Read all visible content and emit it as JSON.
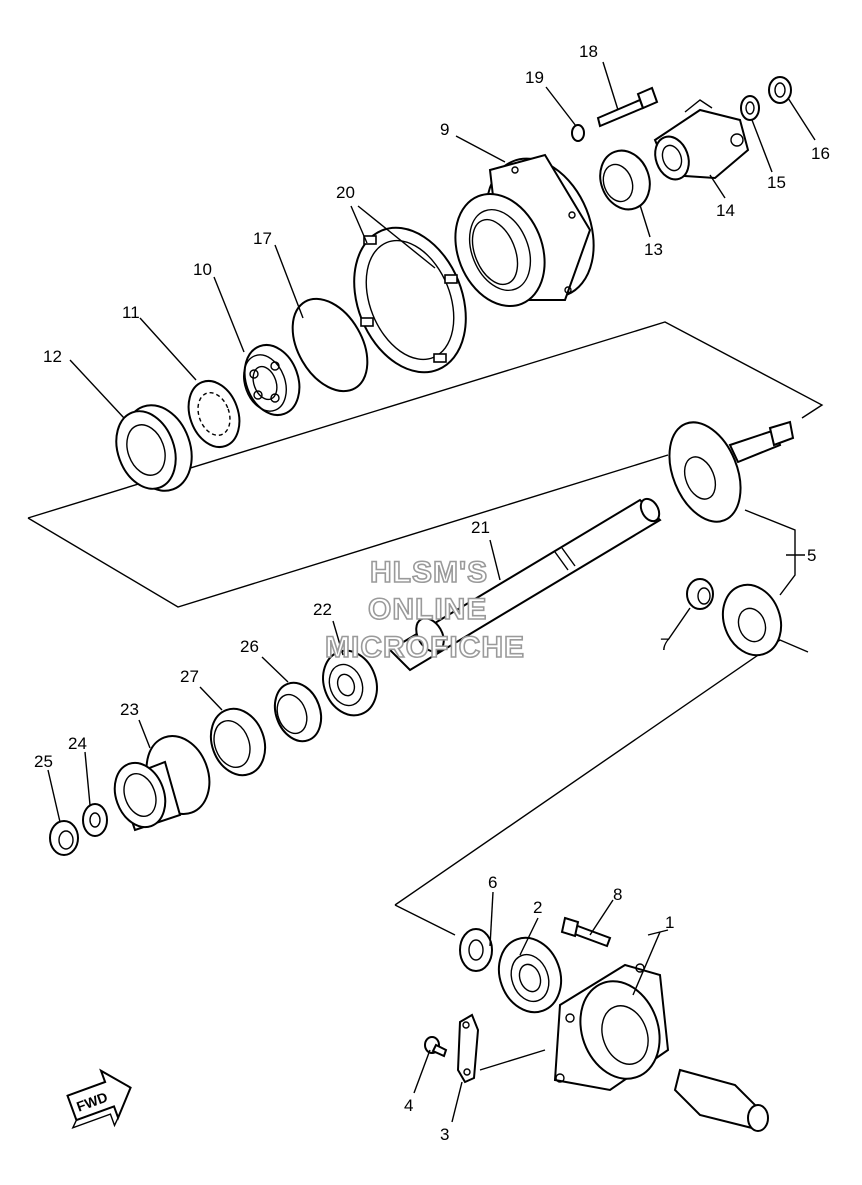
{
  "watermark": {
    "line1": "HLSM'S",
    "line2": "ONLINE",
    "line3": "MICROFICHE",
    "color": "#9a9a9a"
  },
  "direction_badge": "FWD",
  "callouts": {
    "c1": "1",
    "c2": "2",
    "c3": "3",
    "c4": "4",
    "c5": "5",
    "c6": "6",
    "c7": "7",
    "c8": "8",
    "c9": "9",
    "c10": "10",
    "c11": "11",
    "c12": "12",
    "c13": "13",
    "c14": "14",
    "c15": "15",
    "c16": "16",
    "c17": "17",
    "c18": "18",
    "c19": "19",
    "c20": "20",
    "c21": "21",
    "c22": "22",
    "c23": "23",
    "c24": "24",
    "c25": "25",
    "c26": "26",
    "c27": "27"
  }
}
